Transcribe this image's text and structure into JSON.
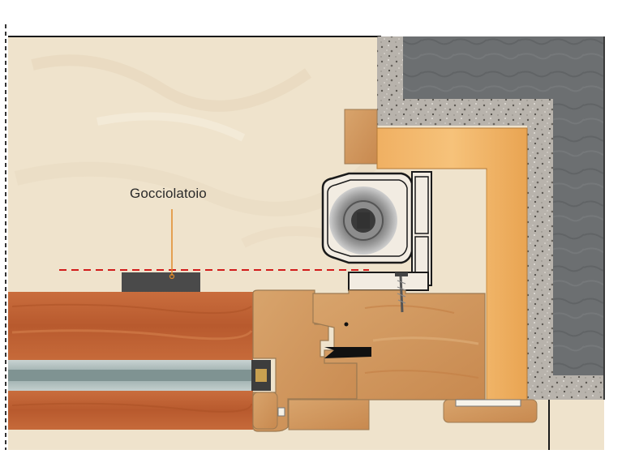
{
  "callouts": [
    {
      "id": "gocciolatoio",
      "text": "Gocciolatoio"
    }
  ],
  "colors": {
    "plaster": "#efe3cc",
    "sash_wood": "#c2683a",
    "frame_wood": "#d29a5f",
    "pine_batten": "#f2b56a",
    "insulation": "#b9b4ad",
    "concrete": "#6e7173",
    "glass": "#a9b9b8",
    "dashed_line": "#d21b1b",
    "leader_line": "#e08a2a",
    "drip": "#4a4a4a"
  },
  "icons": [
    "roller-blind-drum",
    "screw"
  ]
}
